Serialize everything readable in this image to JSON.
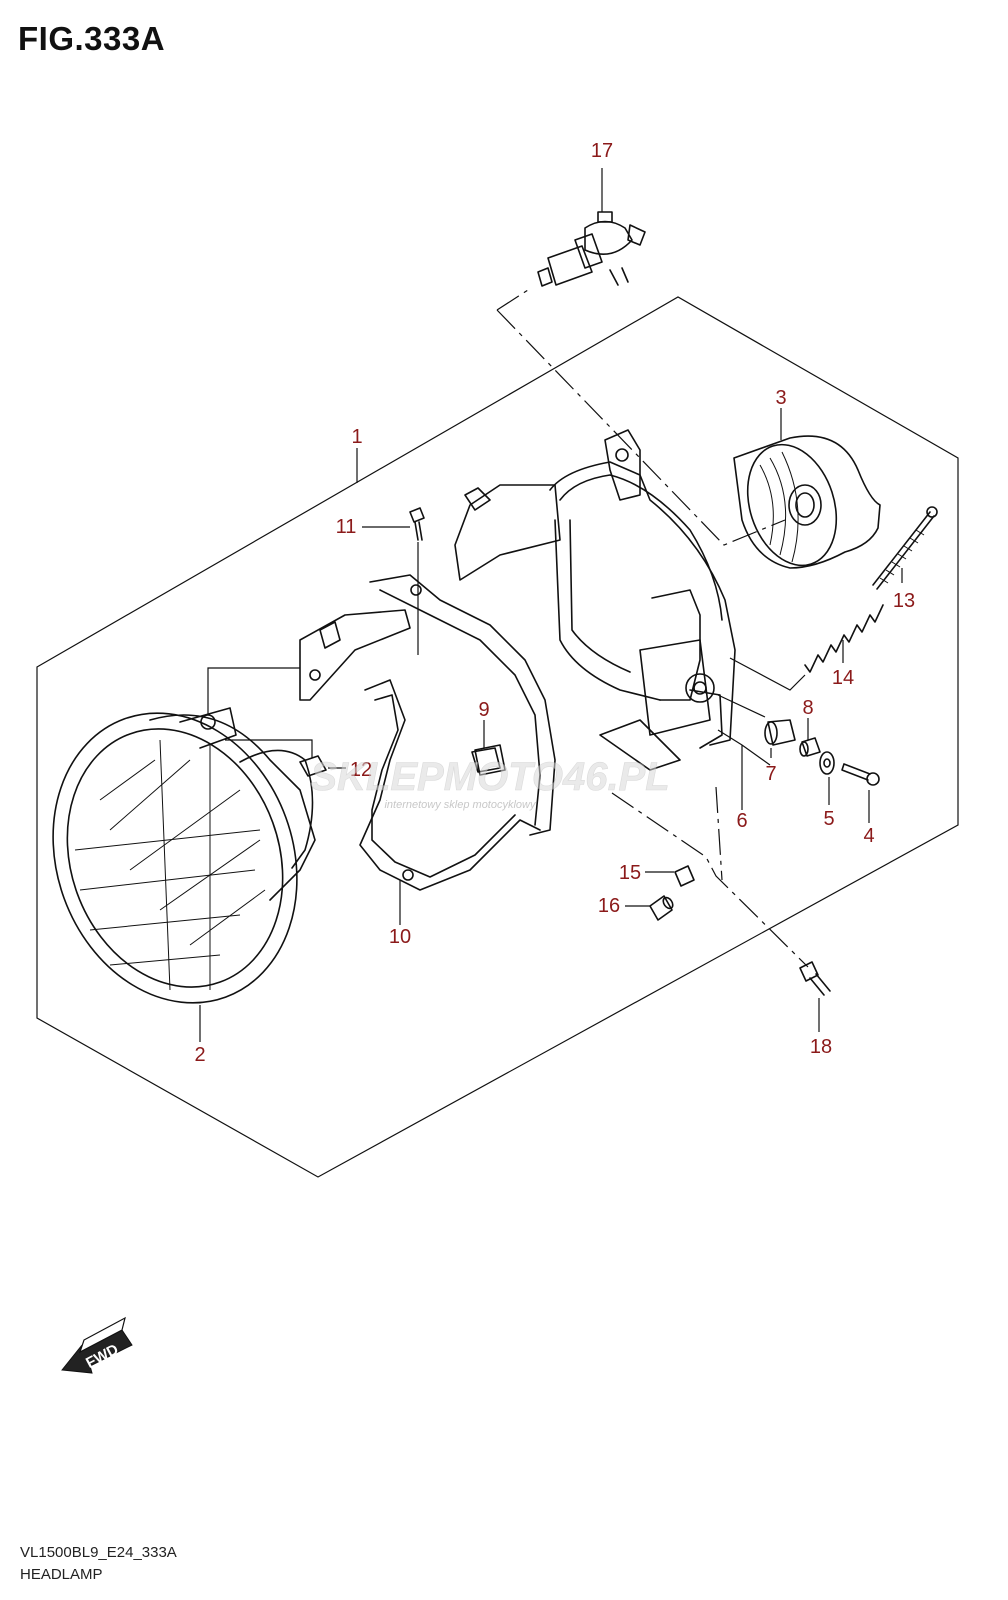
{
  "figure": {
    "title": "FIG.333A",
    "model_code": "VL1500BL9_E24_333A",
    "section_name": "HEADLAMP"
  },
  "fwd_badge": {
    "label": "FWD"
  },
  "watermark": {
    "main": "SKLEPMOTO46.PL",
    "sub": "internetowy sklep motocyklowy"
  },
  "callouts": [
    "1",
    "2",
    "3",
    "4",
    "5",
    "6",
    "7",
    "8",
    "9",
    "10",
    "11",
    "12",
    "13",
    "14",
    "15",
    "16",
    "17",
    "18"
  ],
  "colors": {
    "callout_text": "#8b1a1a",
    "line_art": "#111111",
    "watermark_red": "#e3342f"
  }
}
